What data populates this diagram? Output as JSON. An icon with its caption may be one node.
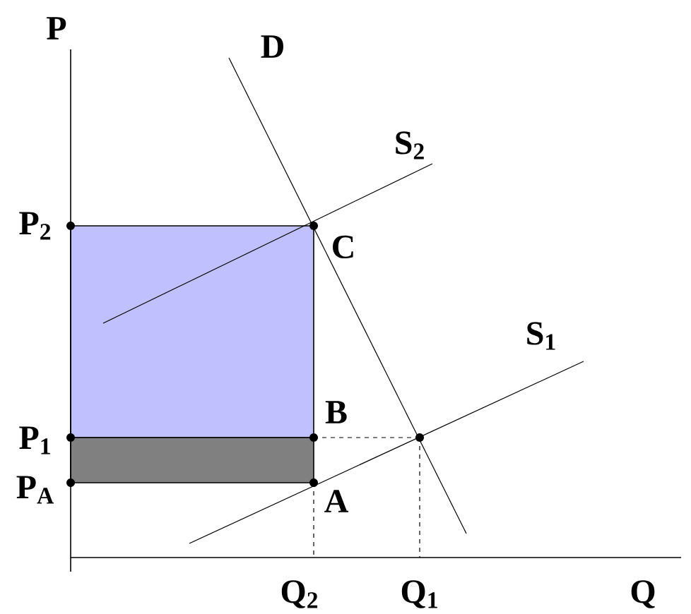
{
  "diagram": {
    "nodes": [
      {
        "text": [],
        "shape": "box"
      },
      {
        "text": [],
        "shape": "box"
      }
    ],
    "labels": [
      "P",
      "D",
      "S$_{2}$",
      "P$_{2}$",
      "C",
      "S$_{1}$",
      "B",
      "P$_{1}$",
      "P$_{A}$",
      "A",
      "Q$_{2}$",
      "Q$_{1}$",
      "Q"
    ]
  }
}
